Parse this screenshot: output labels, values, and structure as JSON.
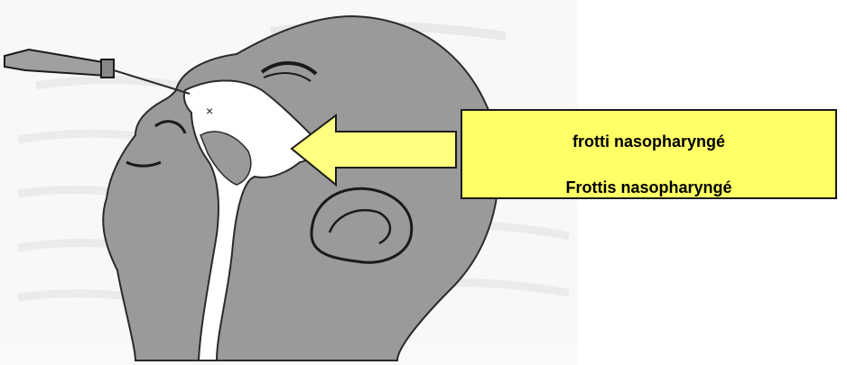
{
  "callout": {
    "label": "frotti nasopharyngé",
    "overflow_text": "Frottis nasopharyngé",
    "box_color": "#ffff66",
    "arrow_color": "#ffff80",
    "border_color": "#1a1a1a"
  },
  "illustration": {
    "subject": "head profile with nasopharyngeal swab",
    "head_fill": "#9a9a9a",
    "cavity_fill": "#ffffff",
    "outline_color": "#2a2a2a",
    "background_text_color": "#d6d6d6"
  }
}
